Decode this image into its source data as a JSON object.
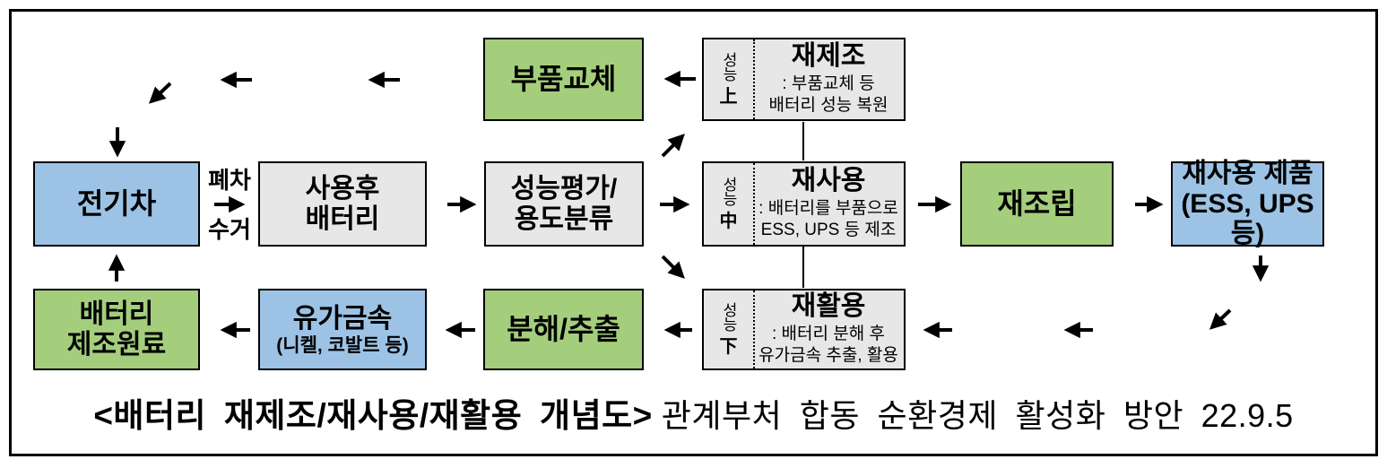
{
  "colors": {
    "green_box": "#A4CE7C",
    "blue_box": "#9CC3E5",
    "gray_box": "#E8E7E7",
    "border": "#000000"
  },
  "nodes": {
    "electric_vehicle": {
      "label": "전기차"
    },
    "scrap_collection": {
      "top": "폐차",
      "bottom": "수거"
    },
    "used_battery": {
      "label": "사용후\n배터리"
    },
    "performance_evaluation": {
      "label": "성능평가/\n용도분류"
    },
    "parts_replacement": {
      "label": "부품교체"
    },
    "reassembly": {
      "label": "재조립"
    },
    "reused_products": {
      "label": "재사용 제품\n(ESS, UPS등)"
    },
    "battery_raw_materials": {
      "label": "배터리\n제조원료"
    },
    "valuable_metals": {
      "label": "유가금속",
      "sublabel": "(니켈, 코발트 등)"
    },
    "disassembly_extraction": {
      "label": "분해/추출"
    }
  },
  "graded_nodes": {
    "remanufacturing": {
      "side_label": "성능",
      "grade": "上",
      "title": "재제조",
      "description": ": 부품교체 등\n배터리 성능 복원"
    },
    "reuse": {
      "side_label": "성능",
      "grade": "中",
      "title": "재사용",
      "description": ": 배터리를 부품으로\nESS, UPS 등 제조"
    },
    "recycling": {
      "side_label": "성능",
      "grade": "下",
      "title": "재활용",
      "description": ": 배터리 분해 후\n유가금속 추출, 활용"
    }
  },
  "caption": {
    "title": "<배터리 재제조/재사용/재활용 개념도>",
    "source": "관계부처 합동 순환경제 활성화 방안 22.9.5"
  }
}
